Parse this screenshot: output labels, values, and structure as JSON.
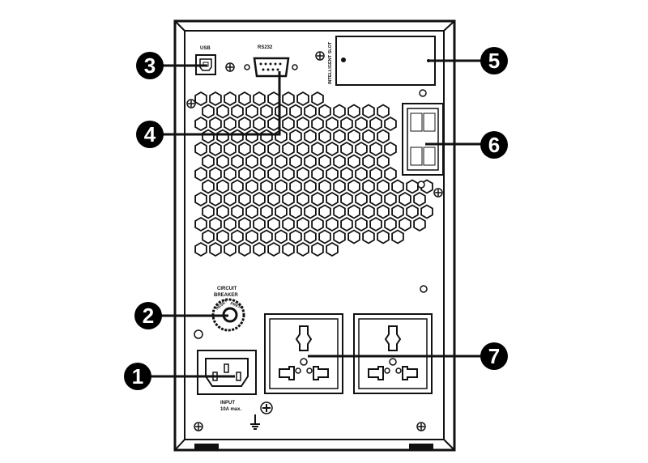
{
  "labels": {
    "usb": "USB",
    "rs232": "RS232",
    "intelligent_slot": "INTELLIGENT SLOT",
    "circuit_breaker_1": "CIRCUIT",
    "circuit_breaker_2": "BREAKER",
    "reset": "RESET",
    "press": "PRESS",
    "input_1": "INPUT",
    "input_2": "10A max."
  },
  "callouts": [
    "1",
    "2",
    "3",
    "4",
    "5",
    "6",
    "7"
  ]
}
